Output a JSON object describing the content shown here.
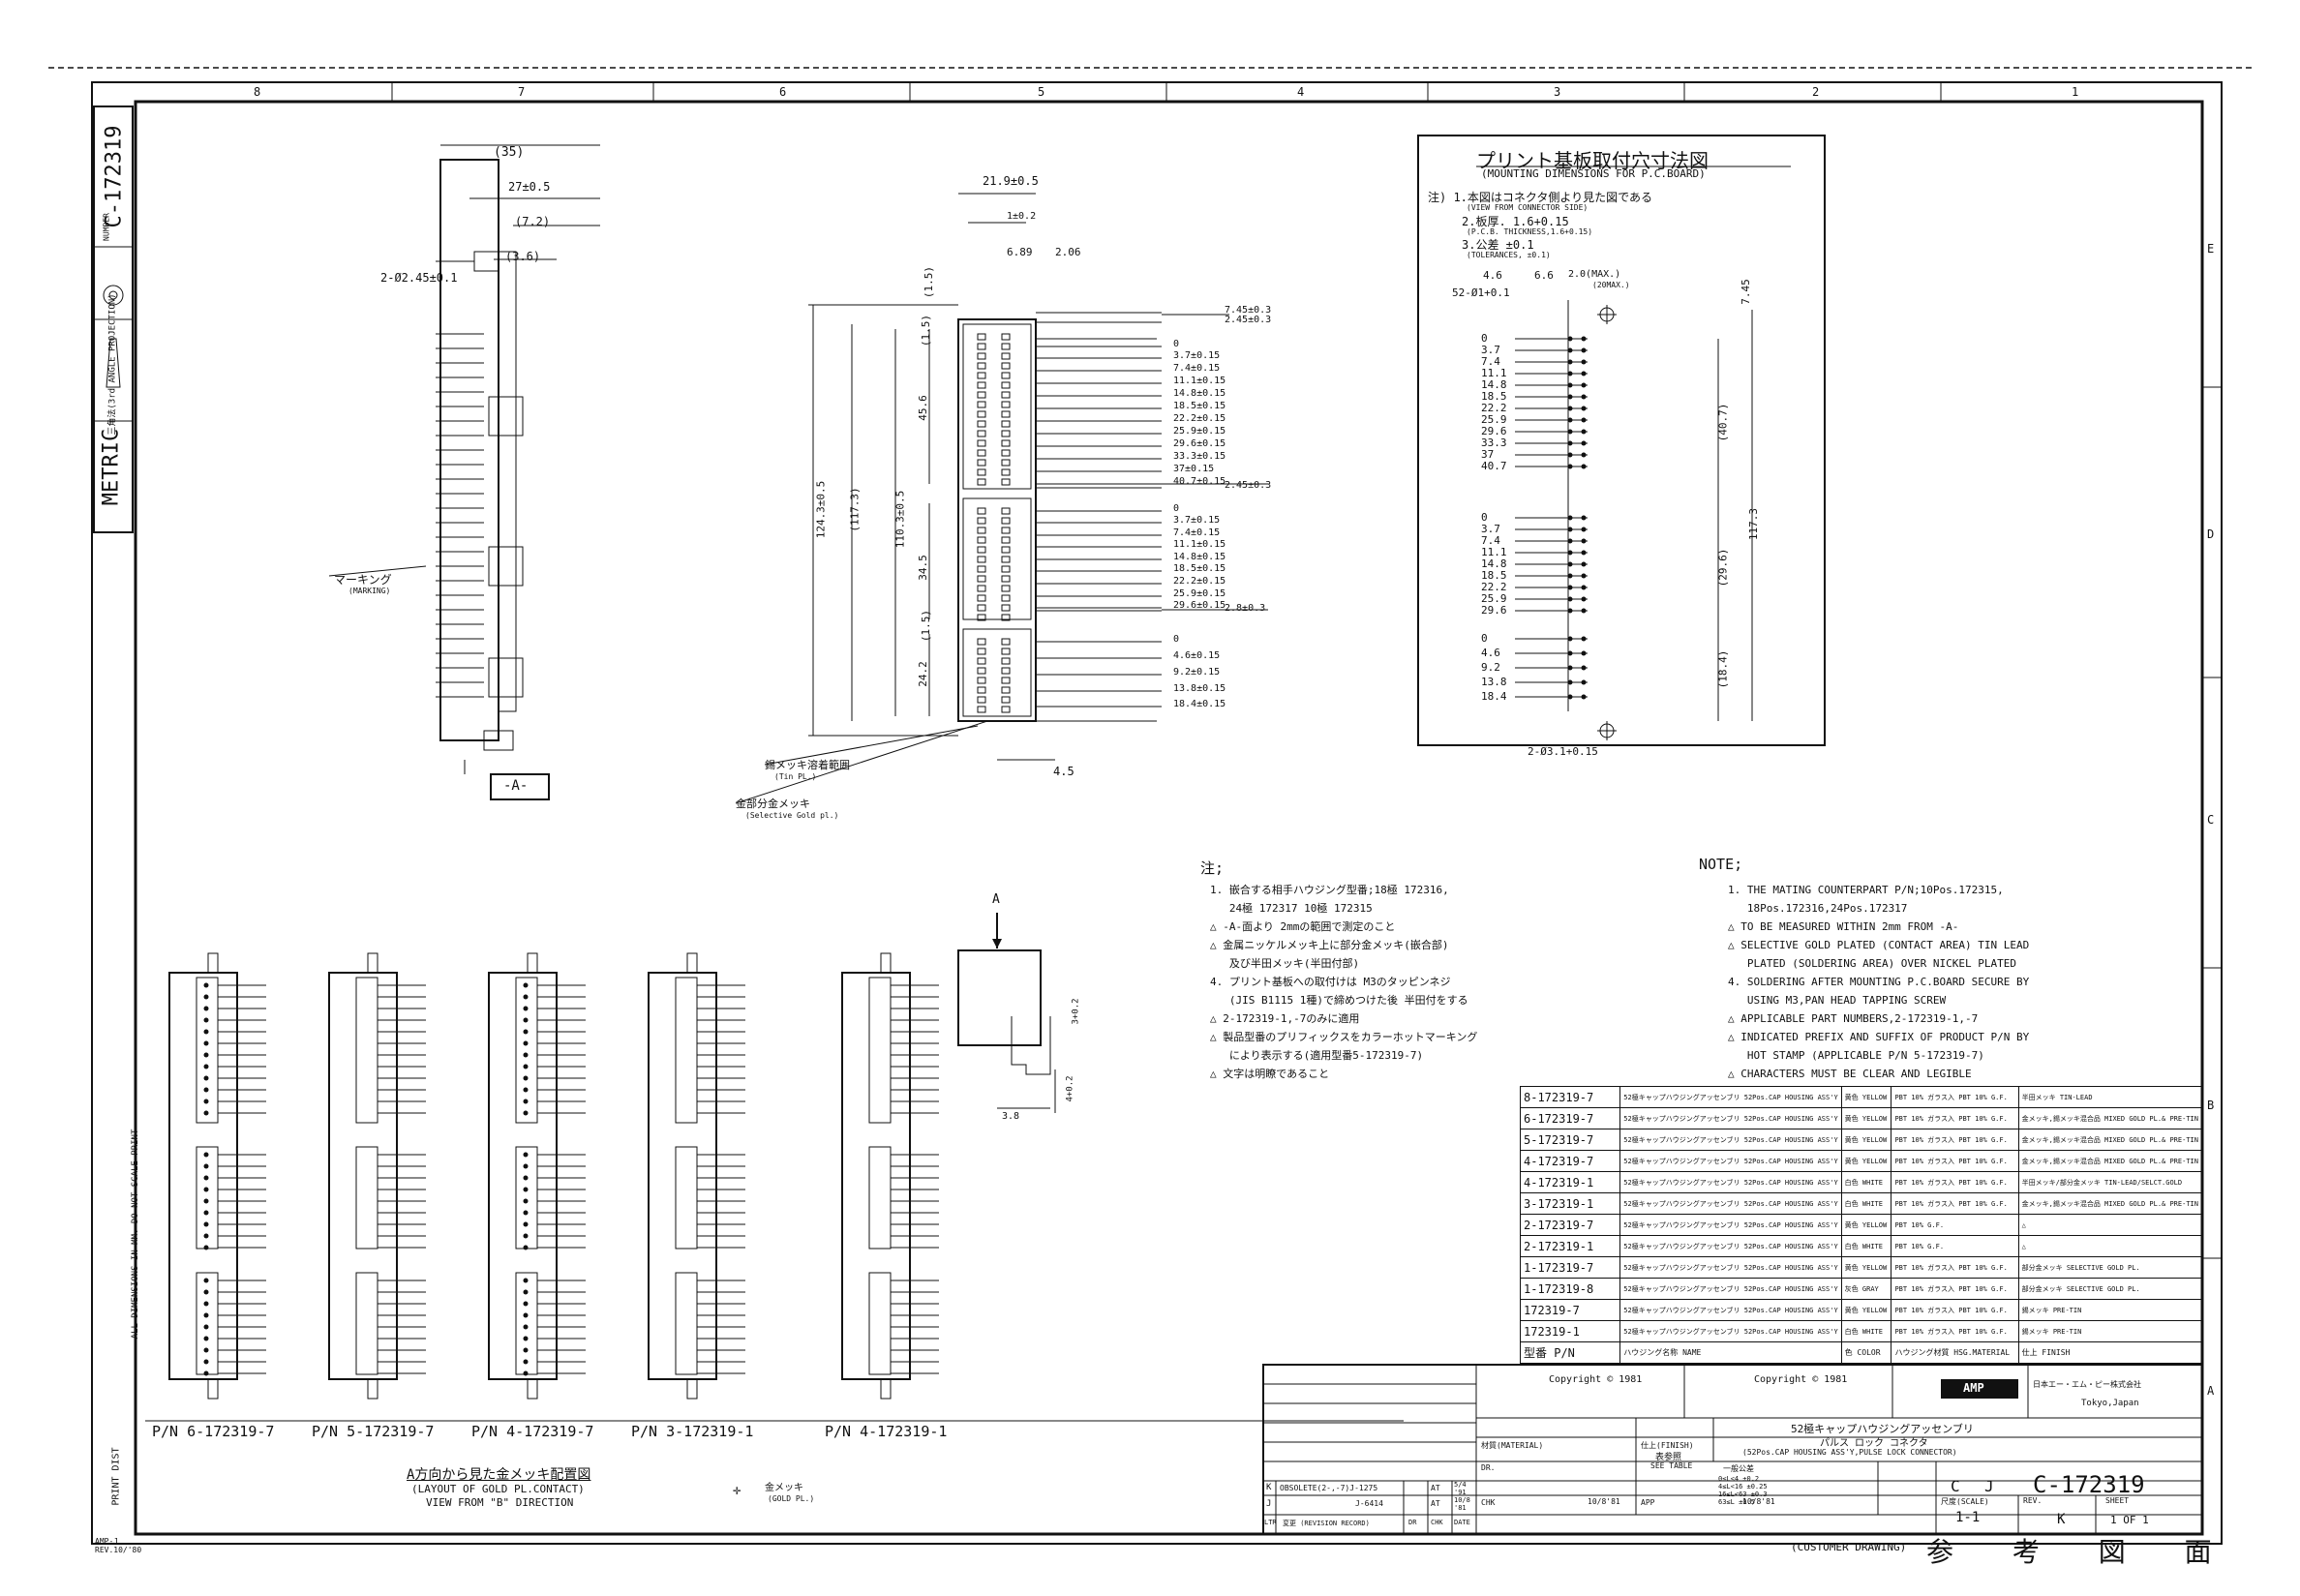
{
  "drawing_number": "C-172319",
  "side_block": {
    "metric": "METRIC",
    "number_label": "NUMBER",
    "projection": "三角法(3rd ANGLE PROJECTION)"
  },
  "zones_top": [
    "8",
    "7",
    "6",
    "5",
    "4",
    "3",
    "2",
    "1"
  ],
  "zones_right": [
    "E",
    "D",
    "C",
    "B",
    "A"
  ],
  "pcb_box": {
    "title": "プリント基板取付穴寸法図",
    "subtitle": "(MOUNTING DIMENSIONS FOR P.C.BOARD)",
    "notes": [
      "注) 1.本図はコネクタ側より見た図である",
      "(VIEW FROM CONNECTOR SIDE)",
      "2.板厚. 1.6+0.15",
      "(P.C.B. THICKNESS,1.6+0.15)",
      "3.公差 ±0.1",
      "(TOLERANCES, ±0.1)"
    ],
    "dims_left": [
      "0",
      "3.7",
      "7.4",
      "11.1",
      "14.8",
      "18.5",
      "22.2",
      "25.9",
      "29.6",
      "33.3",
      "37",
      "40.7",
      "0",
      "3.7",
      "7.4",
      "11.1",
      "14.8",
      "18.5",
      "22.2",
      "25.9",
      "29.6",
      "0",
      "4.6",
      "9.2",
      "13.8",
      "18.4"
    ],
    "dims_right": [
      "(40.7)",
      "117.3",
      "(29.6)",
      "(18.4)",
      "7.45"
    ],
    "top_dims": [
      "4.6",
      "6.6",
      "2.0(MAX.)",
      "(20MAX.)"
    ],
    "hole_label": "52-Ø1+0.1",
    "mount_hole": "2-Ø3.1+0.15"
  },
  "front_view": {
    "dims_left": [
      "124.3±0.5",
      "(117.3)",
      "110.3±0.5",
      "45.6",
      "(1.5)",
      "34.5",
      "(1.5)",
      "24.2"
    ],
    "dims_right": [
      "7.45±0.3",
      "2.45±0.3",
      "0",
      "3.7±0.15",
      "7.4±0.15",
      "11.1±0.15",
      "14.8±0.15",
      "18.5±0.15",
      "22.2±0.15",
      "25.9±0.15",
      "29.6±0.15",
      "33.3±0.15",
      "37±0.15",
      "40.7±0.15",
      "2.45±0.3",
      "0",
      "3.7±0.15",
      "7.4±0.15",
      "11.1±0.15",
      "14.8±0.15",
      "18.5±0.15",
      "22.2±0.15",
      "25.9±0.15",
      "29.6±0.15",
      "2.8±0.3",
      "0",
      "4.6±0.15",
      "9.2±0.15",
      "13.8±0.15",
      "18.4±0.15"
    ],
    "top_dims": [
      "21.9±0.5",
      "1±0.2",
      "6.89",
      "2.06",
      "(1.5)"
    ],
    "bottom_dim": "4.5",
    "callout1": "錫メッキ溶着範囲",
    "callout1_en": "(Tin PL.)",
    "callout2": "金部分金メッキ",
    "callout2_en": "(Selective Gold pl.)"
  },
  "side_view": {
    "dims": [
      "(35)",
      "27±0.5",
      "(7.2)",
      "(3.6)",
      "2-Ø2.45±0.1"
    ],
    "marking": "マーキング",
    "marking_en": "(MARKING)",
    "datum": "-A-"
  },
  "detail_a": {
    "label": "A",
    "dims": [
      "3+0.2",
      "3.8",
      "4+0.2"
    ]
  },
  "layouts": {
    "part_numbers": [
      "P/N 6-172319-7",
      "P/N 5-172319-7",
      "P/N 4-172319-7",
      "P/N 3-172319-1",
      "P/N 4-172319-1"
    ],
    "caption": "A方向から見た金メッキ配置図",
    "caption_en1": "(LAYOUT OF GOLD PL.CONTACT)",
    "caption_en2": "VIEW FROM \"B\" DIRECTION",
    "legend": "金メッキ",
    "legend_en": "(GOLD PL.)"
  },
  "notes_jp": {
    "heading": "注;",
    "lines": [
      "1. 嵌合する相手ハウジング型番;18極 172316,",
      "   24極 172317 10極 172315",
      "△ -A-面より 2mmの範囲で測定のこと",
      "△ 金属ニッケルメッキ上に部分金メッキ(嵌合部)",
      "   及び半田メッキ(半田付部)",
      "4. プリント基板への取付けは M3のタッピンネジ",
      "   (JIS B1115 1種)で締めつけた後 半田付をする",
      "△ 2-172319-1,-7のみに適用",
      "△ 製品型番のプリフィックスをカラーホットマーキング",
      "   により表示する(適用型番5-172319-7)",
      "△ 文字は明瞭であること"
    ]
  },
  "notes_en": {
    "heading": "NOTE;",
    "lines": [
      "1. THE MATING COUNTERPART P/N;10Pos.172315,",
      "   18Pos.172316,24Pos.172317",
      "△ TO BE MEASURED WITHIN 2mm FROM -A-",
      "△ SELECTIVE GOLD PLATED (CONTACT AREA) TIN LEAD",
      "   PLATED (SOLDERING AREA) OVER NICKEL PLATED",
      "4. SOLDERING AFTER MOUNTING P.C.BOARD SECURE BY",
      "   USING M3,PAN HEAD TAPPING SCREW",
      "△ APPLICABLE PART NUMBERS,2-172319-1,-7",
      "△ INDICATED PREFIX AND SUFFIX OF PRODUCT P/N BY",
      "   HOT STAMP (APPLICABLE P/N 5-172319-7)",
      "△ CHARACTERS MUST BE CLEAR AND LEGIBLE"
    ]
  },
  "parts_table": {
    "rows": [
      {
        "pn": "8-172319-7",
        "name": "52極キャップハウジングアッセンブリ 52Pos.CAP HOUSING ASS'Y",
        "color": "黄色 YELLOW",
        "material": "PBT 10% ガラス入 PBT 10% G.F.",
        "finish": "半田メッキ TIN-LEAD"
      },
      {
        "pn": "6-172319-7",
        "name": "52極キャップハウジングアッセンブリ 52Pos.CAP HOUSING ASS'Y",
        "color": "黄色 YELLOW",
        "material": "PBT 10% ガラス入 PBT 10% G.F.",
        "finish": "金メッキ,錫メッキ混合品 MIXED GOLD PL.& PRE-TIN"
      },
      {
        "pn": "5-172319-7",
        "name": "52極キャップハウジングアッセンブリ 52Pos.CAP HOUSING ASS'Y",
        "color": "黄色 YELLOW",
        "material": "PBT 10% ガラス入 PBT 10% G.F.",
        "finish": "金メッキ,錫メッキ混合品 MIXED GOLD PL.& PRE-TIN"
      },
      {
        "pn": "4-172319-7",
        "name": "52極キャップハウジングアッセンブリ 52Pos.CAP HOUSING ASS'Y",
        "color": "黄色 YELLOW",
        "material": "PBT 10% ガラス入 PBT 10% G.F.",
        "finish": "金メッキ,錫メッキ混合品 MIXED GOLD PL.& PRE-TIN"
      },
      {
        "pn": "4-172319-1",
        "name": "52極キャップハウジングアッセンブリ 52Pos.CAP HOUSING ASS'Y",
        "color": "白色 WHITE",
        "material": "PBT 10% ガラス入 PBT 10% G.F.",
        "finish": "半田メッキ/部分金メッキ TIN-LEAD/SELCT.GOLD"
      },
      {
        "pn": "3-172319-1",
        "name": "52極キャップハウジングアッセンブリ 52Pos.CAP HOUSING ASS'Y",
        "color": "白色 WHITE",
        "material": "PBT 10% ガラス入 PBT 10% G.F.",
        "finish": "金メッキ,錫メッキ混合品 MIXED GOLD PL.& PRE-TIN"
      },
      {
        "pn": "2-172319-7",
        "name": "52極キャップハウジングアッセンブリ 52Pos.CAP HOUSING ASS'Y",
        "color": "黄色 YELLOW",
        "material": "PBT 10% G.F.",
        "finish": "△"
      },
      {
        "pn": "2-172319-1",
        "name": "52極キャップハウジングアッセンブリ 52Pos.CAP HOUSING ASS'Y",
        "color": "白色 WHITE",
        "material": "PBT 10% G.F.",
        "finish": "△"
      },
      {
        "pn": "1-172319-7",
        "name": "52極キャップハウジングアッセンブリ 52Pos.CAP HOUSING ASS'Y",
        "color": "黄色 YELLOW",
        "material": "PBT 10% ガラス入 PBT 10% G.F.",
        "finish": "部分金メッキ SELECTIVE GOLD PL."
      },
      {
        "pn": "1-172319-8",
        "name": "52極キャップハウジングアッセンブリ 52Pos.CAP HOUSING ASS'Y",
        "color": "灰色 GRAY",
        "material": "PBT 10% ガラス入 PBT 10% G.F.",
        "finish": "部分金メッキ SELECTIVE GOLD PL."
      },
      {
        "pn": "172319-7",
        "name": "52極キャップハウジングアッセンブリ 52Pos.CAP HOUSING ASS'Y",
        "color": "黄色 YELLOW",
        "material": "PBT 10% ガラス入 PBT 10% G.F.",
        "finish": "錫メッキ PRE-TIN"
      },
      {
        "pn": "172319-1",
        "name": "52極キャップハウジングアッセンブリ 52Pos.CAP HOUSING ASS'Y",
        "color": "白色 WHITE",
        "material": "PBT 10% ガラス入 PBT 10% G.F.",
        "finish": "錫メッキ PRE-TIN"
      }
    ],
    "header": {
      "pn": "型番 P/N",
      "name": "ハウジング名称 NAME",
      "color": "色 COLOR",
      "material": "ハウジング材質 HSG.MATERIAL",
      "finish": "仕上 FINISH"
    }
  },
  "title_block": {
    "copyright_left": "Copyright © 1981",
    "copyright_right": "Copyright © 1981",
    "company": "AMP",
    "company_jp": "日本エー・エム・ピー株式会社",
    "location": "Tokyo,Japan",
    "name_jp": "52極キャップハウジングアッセンブリ",
    "name_jp2": "パルス ロック コネクタ",
    "name_en": "(52Pos.CAP HOUSING ASS'Y,PULSE LOCK CONNECTOR)",
    "material": "材質(MATERIAL)",
    "finish": "仕上(FINISH)",
    "finish_val": "表参照",
    "finish_val_en": "SEE TABLE",
    "code": "C",
    "type": "J",
    "dwg_no": "C-172319",
    "scale_label": "尺度(SCALE)",
    "scale": "1-1",
    "rev_label": "REV.",
    "rev": "K",
    "sheet_label": "SHEET",
    "sheet": "1 OF 1",
    "dr": "DR.",
    "chk": "CHK",
    "app": "APP",
    "date1": "10/8'81",
    "date2": "10/8'81",
    "tolerance_label": "一般公差",
    "tol_lines": [
      "0≤L<4 ±0.2",
      "4≤L<16 ±0.25",
      "16≤L<63 ±0.3",
      "63≤L ±0.5"
    ],
    "revisions": [
      {
        "ltr": "K",
        "desc": "OBSOLETE(2-,-7)J-1275",
        "dr": "",
        "chk": "AT",
        "date": "5/4 '91"
      },
      {
        "ltr": "J",
        "desc": "J-6414",
        "dr": "",
        "chk": "AT",
        "date": "10/8 '81"
      }
    ],
    "rev_header": [
      "LTR",
      "変更 (REVISION RECORD)",
      "DR",
      "CHK",
      "DATE"
    ],
    "customer_drawing": "(CUSTOMER DRAWING)",
    "ref_title": "参 考 図 面"
  },
  "print_dist": "PRINT DIST",
  "form_no": "AMP-J REV.10/'80",
  "dim_note": "ALL DIMENSIONS IN MM. DO NOT SCALE PRINT"
}
